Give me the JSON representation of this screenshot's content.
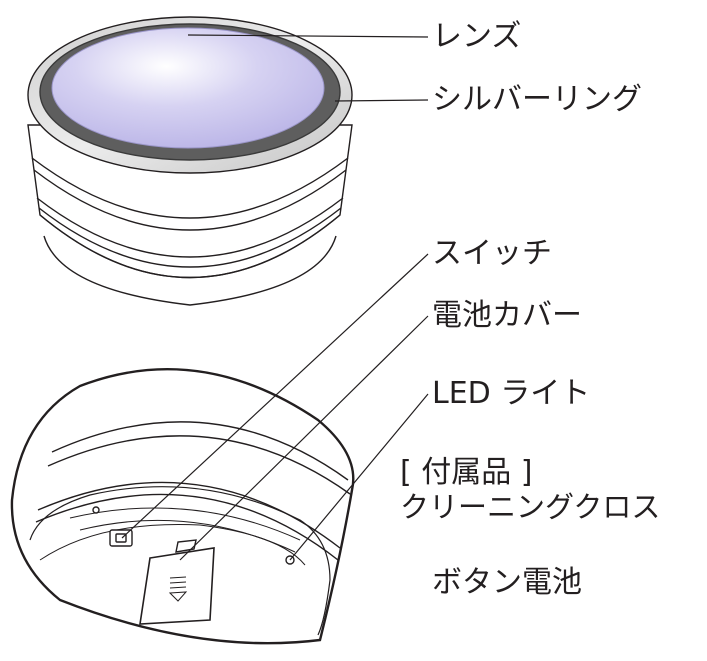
{
  "labels": {
    "lens": "レンズ",
    "silver_ring": "シルバーリング",
    "switch": "スイッチ",
    "battery_cover": "電池カバー",
    "led_light": "LED ライト",
    "accessories_heading": "[ 付属品 ]",
    "cleaning_cloth": "クリーニングクロス",
    "button_battery": "ボタン電池"
  },
  "colors": {
    "lens_fill": "#c9c4ee",
    "lens_ring": "#5e5e5e",
    "silver_ring": "#d9d9d9",
    "outline": "#231f20"
  }
}
